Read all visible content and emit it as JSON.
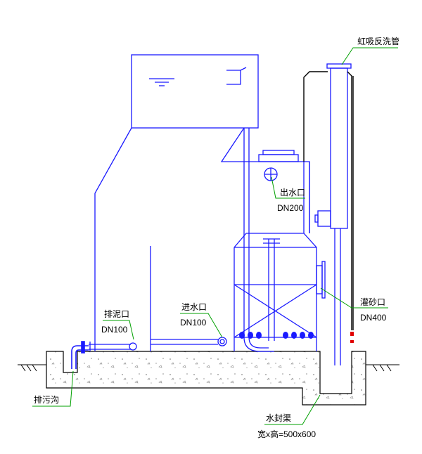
{
  "labels": {
    "siphon_backwash_pipe": "虹吸反洗管",
    "water_outlet": "出水口",
    "water_outlet_size": "DN200",
    "sand_filling_port": "灌砂口",
    "sand_filling_port_size": "DN400",
    "sludge_outlet": "排泥口",
    "sludge_outlet_size": "DN100",
    "water_inlet": "进水口",
    "water_inlet_size": "DN100",
    "sewage_ditch": "排污沟",
    "water_seal_channel": "水封渠",
    "channel_size": "宽x高=500x600"
  },
  "colors": {
    "equipment": "#1a1aff",
    "leader": "#00a000",
    "outline": "#000000",
    "concrete": "#999999"
  }
}
